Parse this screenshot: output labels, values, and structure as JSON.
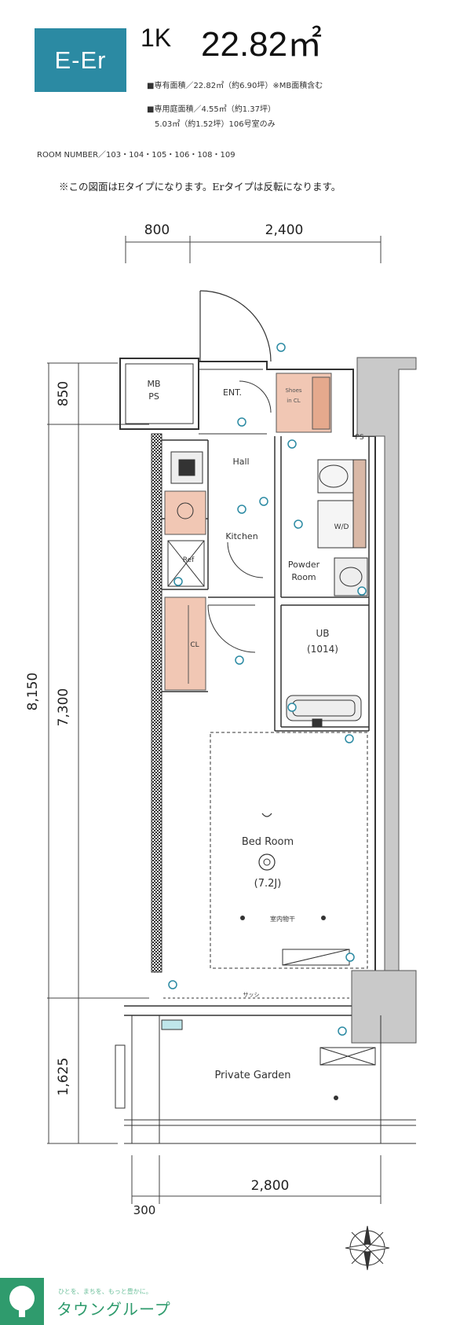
{
  "header": {
    "type_badge": "E-Er",
    "plan_type": "1K",
    "area": "22.82㎡",
    "specs": [
      "■専有面積／22.82㎡（約6.90坪）※MB面積含む",
      "■専用庭面積／4.55㎡（約1.37坪）",
      "5.03㎡（約1.52坪）106号室のみ"
    ],
    "room_number": "ROOM NUMBER／103・104・105・106・108・109",
    "note": "※この図面はEタイプになります。Erタイプは反転になります。"
  },
  "dimensions": {
    "top_left": "800",
    "top_right": "2,400",
    "left_total": "8,150",
    "left_upper": "850",
    "left_middle": "7,300",
    "left_lower": "1,625",
    "bottom_main": "2,800",
    "bottom_small": "300"
  },
  "rooms": {
    "mb": "MB",
    "ps_left": "PS",
    "ent": "ENT.",
    "shoes": "Shoes",
    "in_cl": "in CL",
    "ps_right": "PS",
    "hall": "Hall",
    "kitchen": "Kitchen",
    "ref": "Ref",
    "cl": "CL",
    "wd": "W/D",
    "powder_1": "Powder",
    "powder_2": "Room",
    "ub_1": "UB",
    "ub_2": "(1014)",
    "bed_1": "Bed Room",
    "bed_2": "(7.2J)",
    "indoor_drying": "室内物干",
    "sash": "サッシ",
    "garden": "Private Garden"
  },
  "footer": {
    "subtitle": "ひとを、まちを、もっと豊かに。",
    "brand": "タウングループ"
  },
  "colors": {
    "badge": "#2b8aa3",
    "closet_fill": "#f1c7b4",
    "brand_green": "#2f9b6d"
  }
}
